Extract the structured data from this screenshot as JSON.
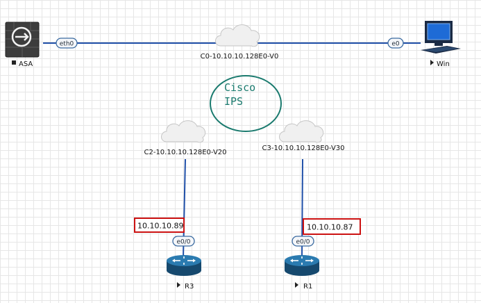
{
  "nodes": {
    "asa": {
      "label": "ASA"
    },
    "win": {
      "label": "Win"
    },
    "r3": {
      "label": "R3"
    },
    "r1": {
      "label": "R1"
    }
  },
  "networks": {
    "c0": {
      "label": "C0-10.10.10.128E0-V0"
    },
    "c2": {
      "label": "C2-10.10.10.128E0-V20"
    },
    "c3": {
      "label": "C3-10.10.10.128E0-V30"
    }
  },
  "ports": {
    "asa_eth0": "eth0",
    "win_e0": "e0",
    "r3_e00": "e0/0",
    "r1_e00": "e0/0"
  },
  "ip_labels": {
    "r3": "10.10.10.89",
    "r1": "10.10.10.87"
  },
  "annotation": {
    "line1": "Cisco",
    "line2": "IPS"
  },
  "colors": {
    "link": "#1f4fa8",
    "ip_box_border": "#cc1111",
    "annotation": "#1a7a6e",
    "router": "#1f5f8b"
  },
  "icons": {
    "asa": "firewall-icon",
    "win": "pc-icon",
    "routers": "router-icon",
    "networks": "cloud-icon"
  }
}
